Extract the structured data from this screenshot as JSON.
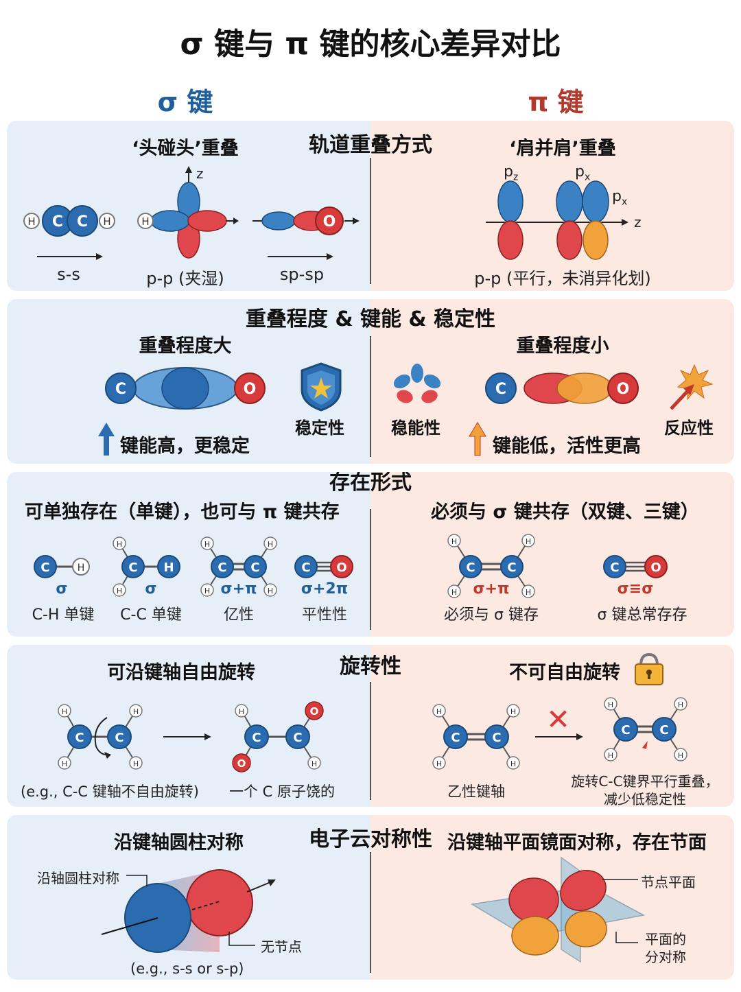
{
  "title": "σ 键与 π 键的核心差异对比",
  "col_sigma": "σ 键",
  "col_pi": "π 键",
  "overlap": {
    "heading": "轨道重叠方式",
    "sigma_title": "‘头碰头’重叠",
    "pi_title": "‘肩并肩’重叠",
    "ss": "s-s",
    "pp": "p-p (夹湿)",
    "spsp": "sp-sp",
    "pi_caption": "p-p (平行，未消异化划)",
    "axis_z": "z",
    "pz": "p",
    "pz_sub": "z",
    "px": "p",
    "px_sub": "x",
    "px2": "p",
    "px2_sub": "x",
    "atoms": {
      "H": "H",
      "C": "C",
      "O": "O"
    }
  },
  "energy": {
    "heading": "重叠程度 & 键能 & 稳定性",
    "sigma_sub": "重叠程度大",
    "pi_sub": "重叠程度小",
    "stability": "稳定性",
    "sigma_note": "键能高，更稳定",
    "pi_stab": "稳能性",
    "pi_note": "键能低，活性更高",
    "reactivity": "反应性"
  },
  "existence": {
    "heading": "存在形式",
    "sigma_sub": "可单独存在（单键），也可与 π 键共存",
    "pi_sub": "必须与 σ 键共存（双键、三键）",
    "sigma_items": [
      {
        "bond": "σ",
        "label": "C-H 单键"
      },
      {
        "bond": "σ",
        "label": "C-C 单键"
      },
      {
        "bond": "σ+π",
        "label": "亿性"
      },
      {
        "bond": "σ+2π",
        "label": "平性性"
      }
    ],
    "pi_items": [
      {
        "bond": "σ+π",
        "label": "必须与 σ 键存"
      },
      {
        "bond": "σ≡σ",
        "label": "σ 键总常存存"
      }
    ]
  },
  "rotation": {
    "heading": "旋转性",
    "sigma_sub": "可沿键轴自由旋转",
    "pi_sub": "不可自由旋转",
    "sigma_note1": "(e.g., C-C 键轴不自由旋转)",
    "sigma_note2": "一个 C 原子饶的",
    "pi_note1": "乙性键轴",
    "pi_note2a": "旋转C-C键界平行重叠，",
    "pi_note2b": "减少低稳定性",
    "cross": "✕"
  },
  "symmetry": {
    "heading": "电子云对称性",
    "sigma_sub": "沿键轴圆柱对称",
    "pi_sub": "沿键轴平面镜面对称，存在节面",
    "axis_label": "沿轴圆柱对称",
    "no_node": "无节点",
    "example": "(e.g., s-s or s-p)",
    "node_plane": "节点平面",
    "plane_sym1": "平面的",
    "plane_sym2": "分对称"
  },
  "colors": {
    "sigma_blue": "#1f5f9a",
    "pi_red": "#b23a2c",
    "orbital_blue": "#3a82c4",
    "orbital_red": "#e0474c",
    "orbital_orange": "#f2a23a",
    "panel_left": "#e6eff8",
    "panel_right": "#fbe9e2"
  }
}
